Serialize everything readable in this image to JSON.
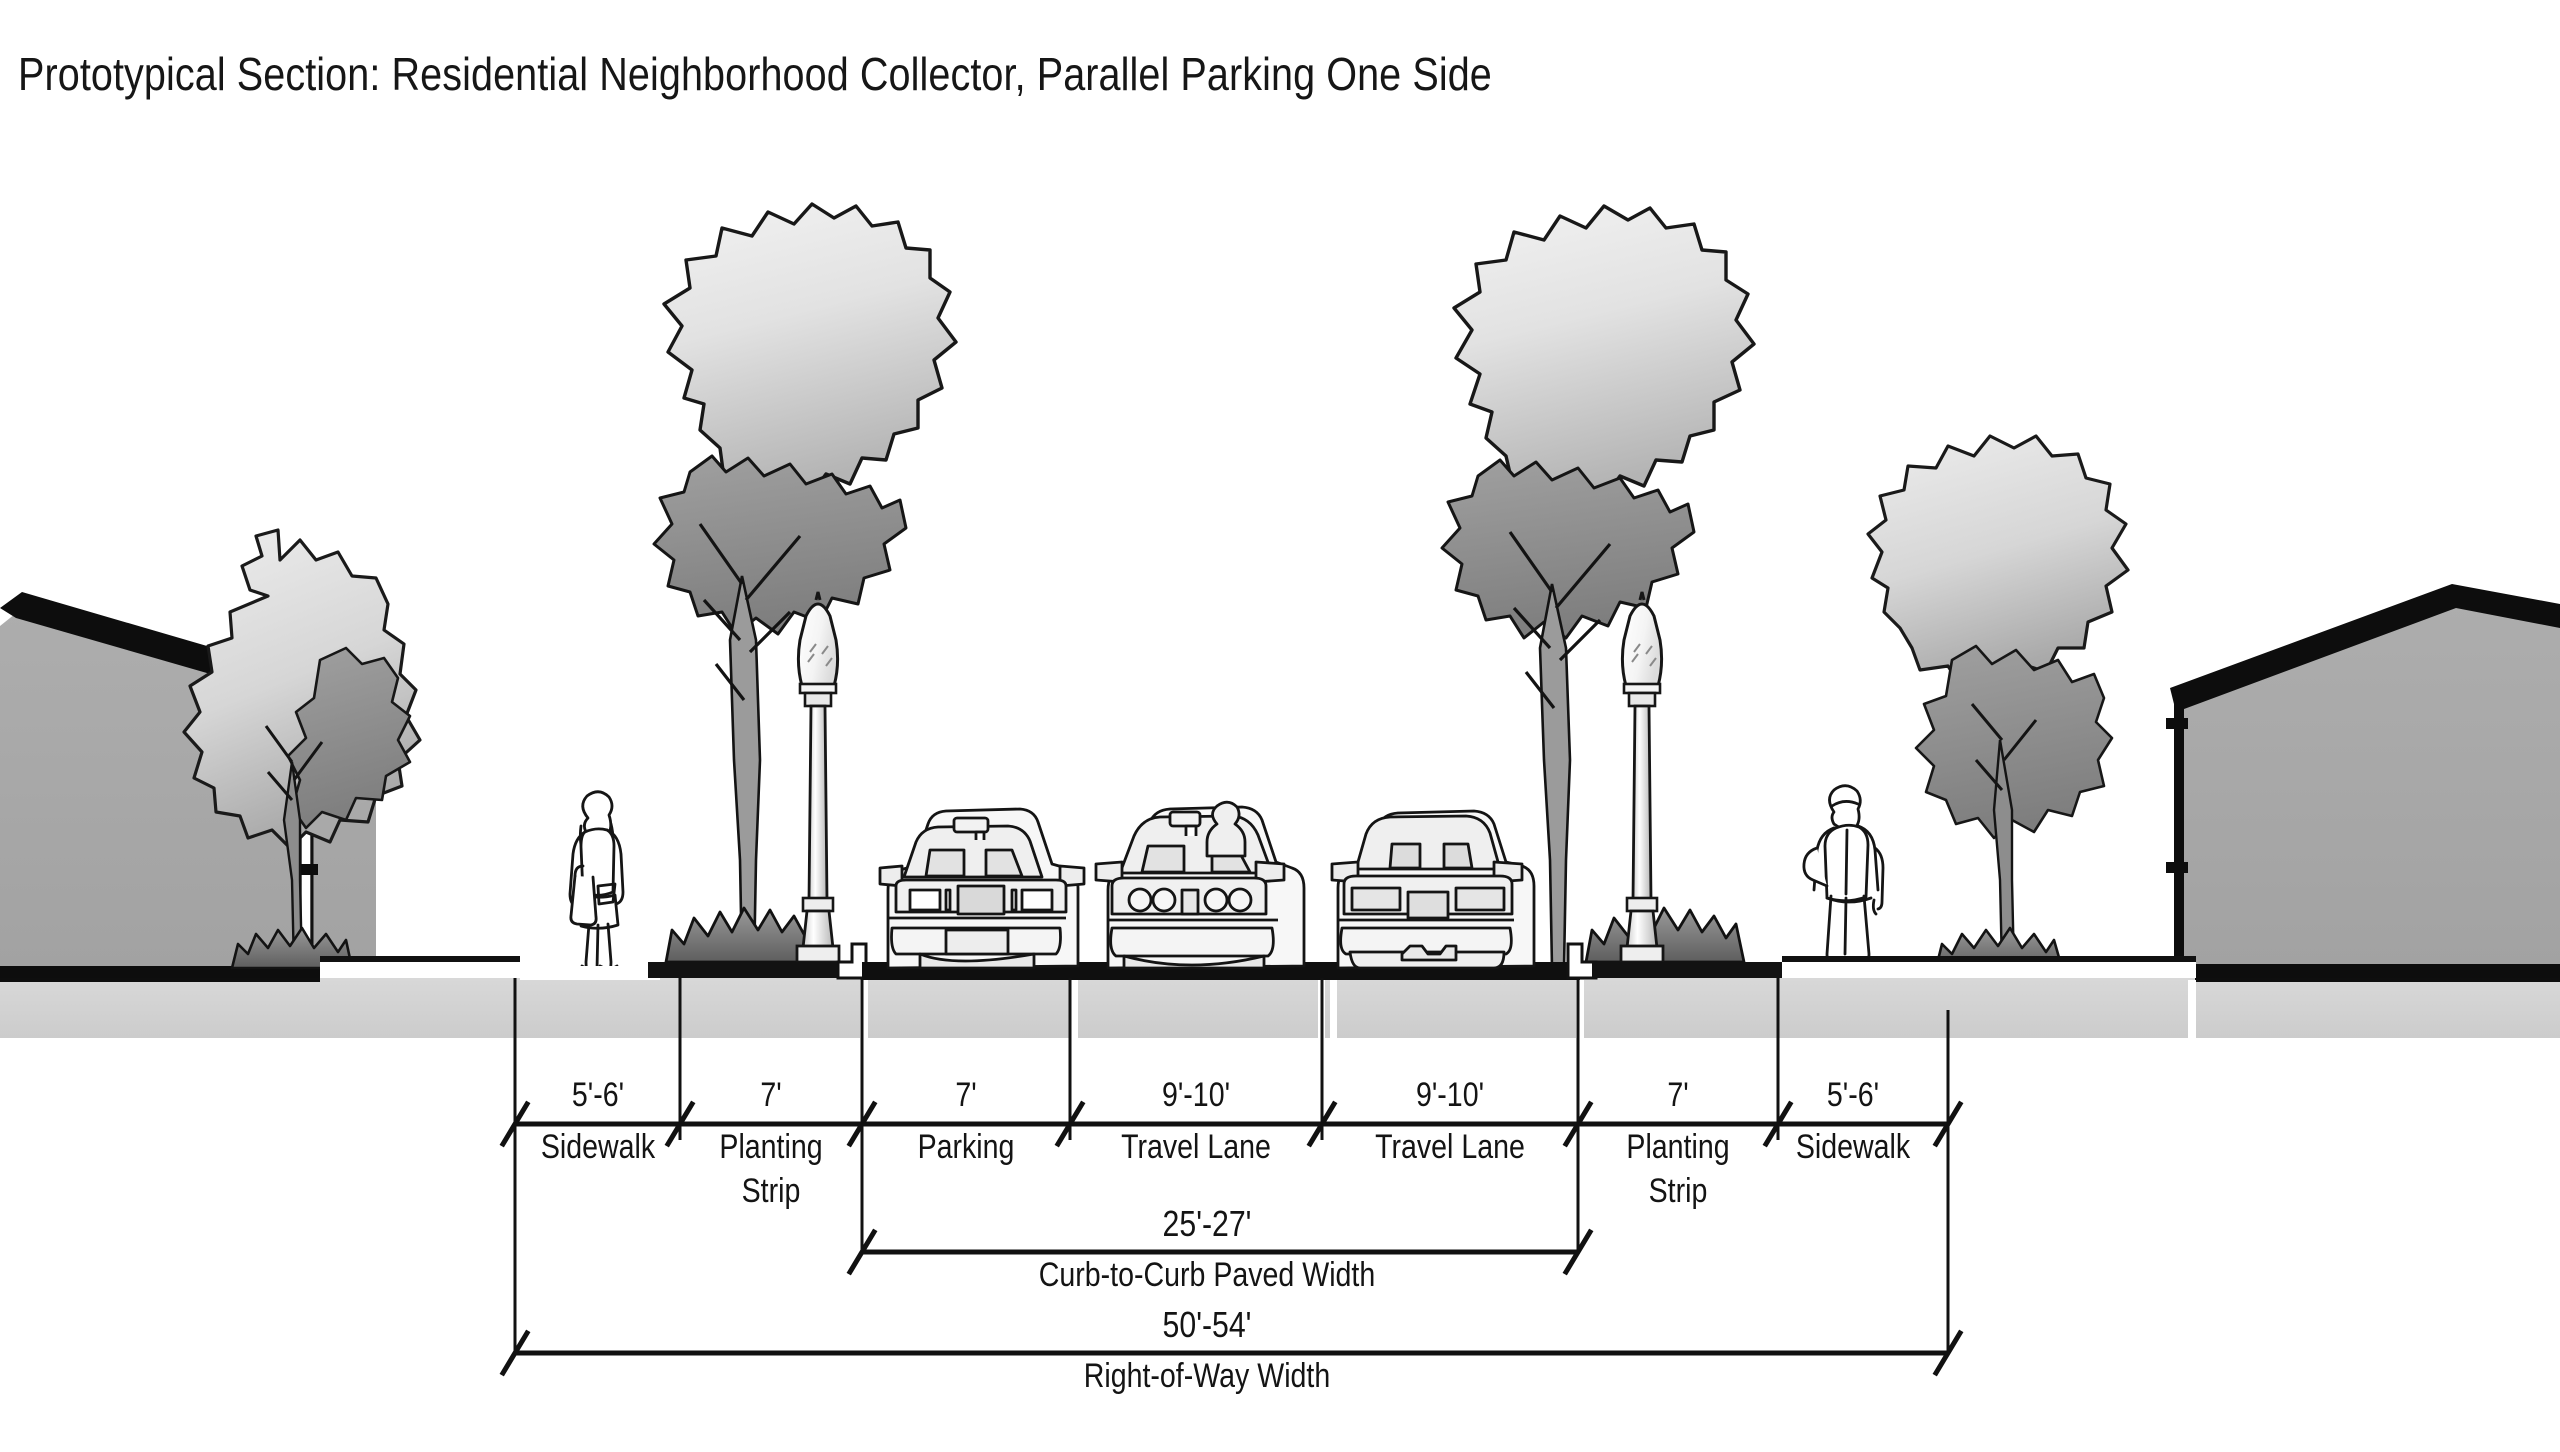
{
  "title": "Prototypical Section: Residential Neighborhood Collector, Parallel Parking One Side",
  "drawing": {
    "type": "street-cross-section",
    "description": "Prototypical street cross-section elevation showing residential buildings, street trees, lamp posts, pedestrians, parked car and two travel lanes with cars.",
    "elements": {
      "building_left": "residential-building-silhouette",
      "building_right": "residential-building-silhouette",
      "trees": 4,
      "lamp_posts": 2,
      "pedestrians": 2,
      "cars": 3,
      "shrub_beds": 4
    },
    "colors": {
      "building_fill": "#a8a8a8",
      "outline": "#111111",
      "ground_band": "#d2d2d2",
      "tree_canopy_light": "#ededed",
      "tree_canopy_mid": "#b9b9b9",
      "tree_canopy_dark": "#8e8e8e",
      "paper": "#ffffff"
    }
  },
  "dimensions": {
    "segments": [
      {
        "id": "sidewalk-left",
        "value": "5'-6'",
        "label": "Sidewalk",
        "label2": ""
      },
      {
        "id": "planting-strip-left",
        "value": "7'",
        "label": "Planting",
        "label2": "Strip"
      },
      {
        "id": "parking",
        "value": "7'",
        "label": "Parking",
        "label2": ""
      },
      {
        "id": "travel-lane-left",
        "value": "9'-10'",
        "label": "Travel Lane",
        "label2": ""
      },
      {
        "id": "travel-lane-right",
        "value": "9'-10'",
        "label": "Travel Lane",
        "label2": ""
      },
      {
        "id": "planting-strip-right",
        "value": "7'",
        "label": "Planting",
        "label2": "Strip"
      },
      {
        "id": "sidewalk-right",
        "value": "5'-6'",
        "label": "Sidewalk",
        "label2": ""
      }
    ],
    "totals": [
      {
        "id": "curb-to-curb",
        "value": "25'-27'",
        "label": "Curb-to-Curb Paved Width"
      },
      {
        "id": "right-of-way",
        "value": "50'-54'",
        "label": "Right-of-Way Width"
      }
    ]
  }
}
